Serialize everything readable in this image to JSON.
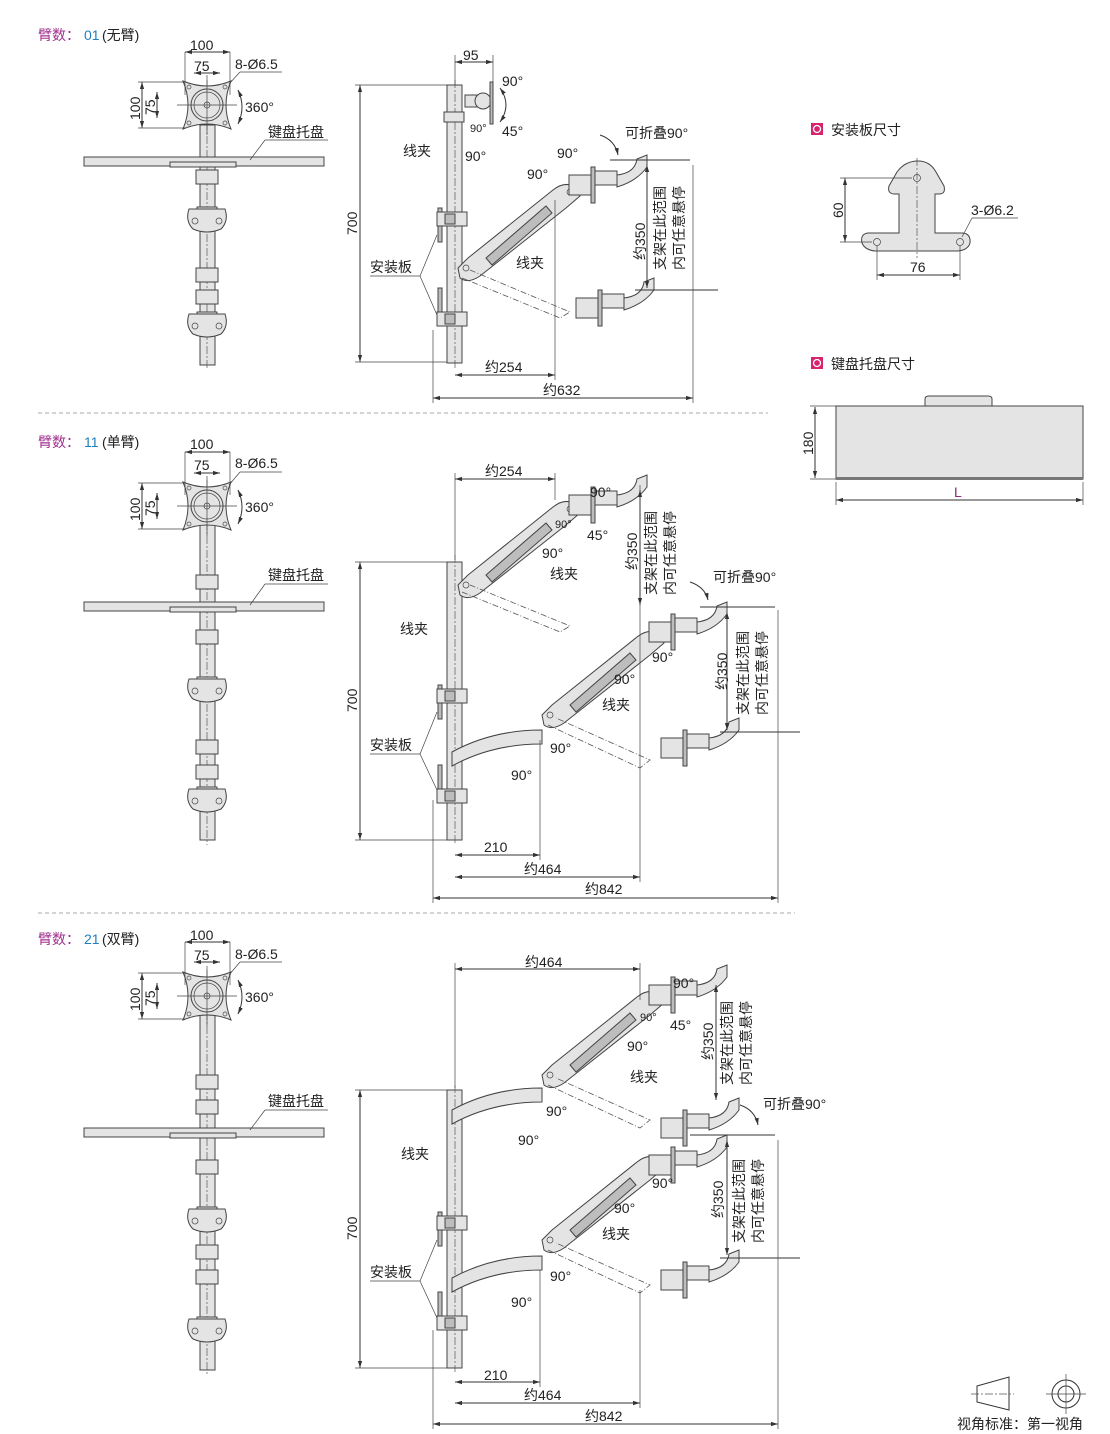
{
  "sections": [
    {
      "title_prefix": "臂数：",
      "code": "01",
      "title_suffix": "(无臂)",
      "front": {
        "dim_w_outer": "100",
        "dim_w_inner": "75",
        "dim_h_outer": "100",
        "dim_h_inner": "75",
        "holes": "8-Ø6.5",
        "rotation": "360°",
        "tray_label": "键盘托盘"
      },
      "side": {
        "height": "700",
        "offset_top": "95",
        "reach_1": "约254",
        "reach_total": "约632",
        "cable_clip_1": "线夹",
        "cable_clip_2": "线夹",
        "mount_plate": "安装板",
        "foldable": "可折叠90°",
        "travel": "约350",
        "hover_1": "支架在此范围",
        "hover_2": "内可任意悬停",
        "angles": [
          "90°",
          "45°",
          "90°",
          "90°",
          "90°",
          "90°"
        ]
      }
    },
    {
      "title_prefix": "臂数：",
      "code": "11",
      "title_suffix": "(单臂)",
      "front": {
        "dim_w_outer": "100",
        "dim_w_inner": "75",
        "dim_h_outer": "100",
        "dim_h_inner": "75",
        "holes": "8-Ø6.5",
        "rotation": "360°",
        "tray_label": "键盘托盘"
      },
      "side": {
        "height": "700",
        "reach_top": "约254",
        "arm_len": "210",
        "reach_1": "约464",
        "reach_total": "约842",
        "cable_clip_1": "线夹",
        "cable_clip_2": "线夹",
        "cable_clip_3": "线夹",
        "mount_plate": "安装板",
        "foldable": "可折叠90°",
        "travel_1": "约350",
        "hover_1a": "支架在此范围",
        "hover_1b": "内可任意悬停",
        "travel_2": "约350",
        "hover_2a": "支架在此范围",
        "hover_2b": "内可任意悬停",
        "angles": [
          "90°",
          "90°",
          "45°",
          "90°",
          "90°",
          "90°",
          "90°",
          "90°"
        ]
      }
    },
    {
      "title_prefix": "臂数：",
      "code": "21",
      "title_suffix": "(双臂)",
      "front": {
        "dim_w_outer": "100",
        "dim_w_inner": "75",
        "dim_h_outer": "100",
        "dim_h_inner": "75",
        "holes": "8-Ø6.5",
        "rotation": "360°",
        "tray_label": "键盘托盘"
      },
      "side": {
        "height": "700",
        "reach_top": "约464",
        "arm_len": "210",
        "reach_1": "约464",
        "reach_total": "约842",
        "cable_clip_1": "线夹",
        "cable_clip_2": "线夹",
        "cable_clip_3": "线夹",
        "mount_plate": "安装板",
        "foldable": "可折叠90°",
        "travel_1": "约350",
        "hover_1a": "支架在此范围",
        "hover_1b": "内可任意悬停",
        "travel_2": "约350",
        "hover_2a": "支架在此范围",
        "hover_2b": "内可任意悬停",
        "angles": [
          "90°",
          "90°",
          "45°",
          "90°",
          "90°",
          "90°",
          "90°",
          "90°",
          "90°",
          "90°"
        ]
      }
    }
  ],
  "mount_plate_dims": {
    "title": "安装板尺寸",
    "height": "60",
    "hole_spacing": "76",
    "holes": "3-Ø6.2"
  },
  "tray_dims": {
    "title": "键盘托盘尺寸",
    "depth": "180",
    "length": "L"
  },
  "projection": {
    "label": "视角标准：第一视角"
  },
  "colors": {
    "title_prefix": "#a0308f",
    "code": "#1f7fc0",
    "legend_marker": "#d6246e",
    "length_label": "#8a2a80"
  }
}
